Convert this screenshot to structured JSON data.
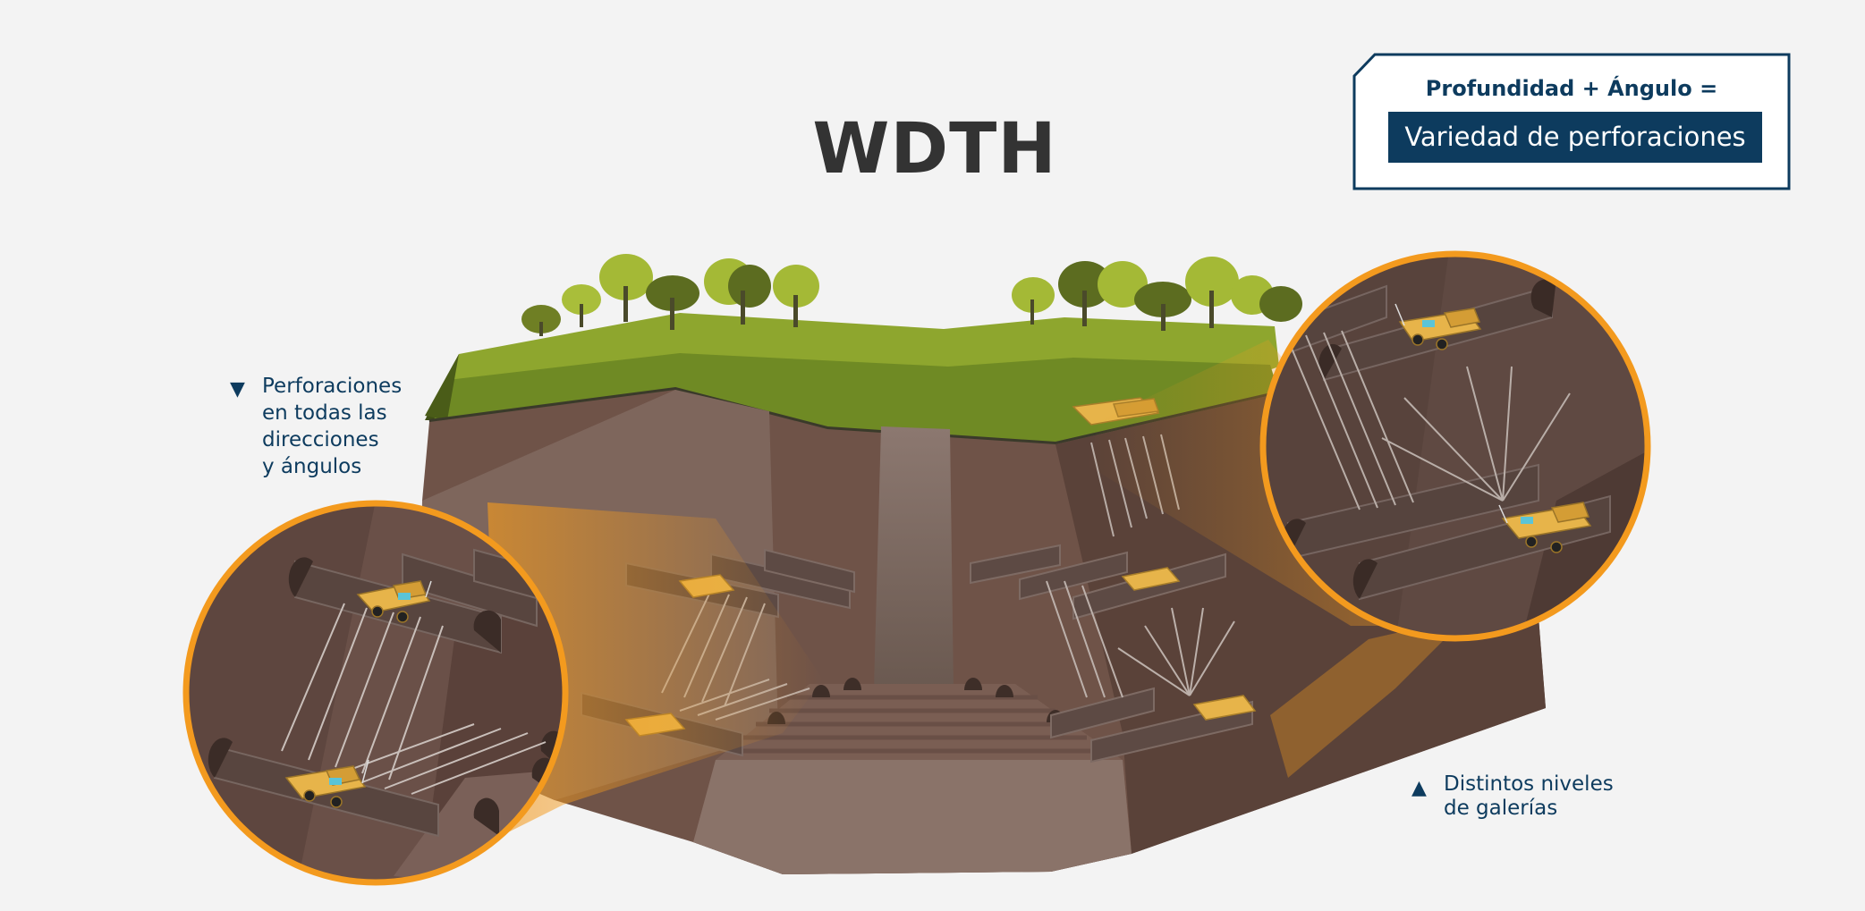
{
  "title": "WDTH",
  "formula": {
    "heading": "Profundidad + Ángulo =",
    "result": "Variedad de perforaciones"
  },
  "labels": {
    "left": {
      "icon": "triangle-down-icon",
      "lines": [
        "Perforaciones",
        "en todas las",
        "direcciones",
        "y ángulos"
      ]
    },
    "right": {
      "icon": "triangle-up-icon",
      "lines": [
        "Distintos niveles",
        "de galerías"
      ]
    }
  },
  "colors": {
    "navy": "#0d3b5e",
    "orange": "#f39a1e",
    "grass": "#8ea62e",
    "earth": "#6f5348",
    "machine": "#e7b44a"
  }
}
